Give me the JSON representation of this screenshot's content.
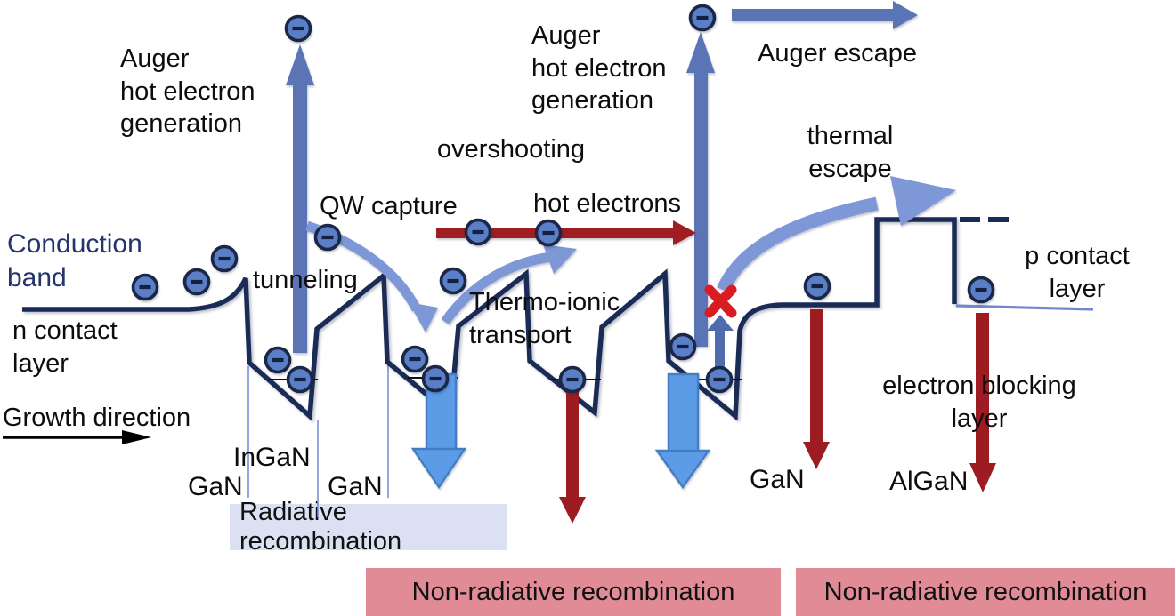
{
  "diagram": {
    "title_context": "LED conduction band carrier process diagram",
    "labels": {
      "auger_generation_left": "Auger\nhot electron\ngeneration",
      "conduction_band": "Conduction\nband",
      "n_contact_layer": "n contact\nlayer",
      "growth_direction": "Growth direction",
      "tunneling": "tunneling",
      "qw_capture": "QW capture",
      "overshooting": "overshooting",
      "auger_generation_right": "Auger\nhot electron\ngeneration",
      "hot_electrons": "hot electrons",
      "auger_escape": "Auger escape",
      "thermal_escape": "thermal\nescape",
      "thermo_ionic_transport": "Thermo-ionic\ntransport",
      "p_contact_layer": "p contact\nlayer",
      "electron_blocking_layer": "electron blocking\nlayer",
      "ingan": "InGaN",
      "gan_left": "GaN",
      "gan_mid": "GaN",
      "gan_right": "GaN",
      "algan": "AlGaN"
    },
    "boxes": {
      "radiative": "Radiative recombination",
      "non_radiative_left": "Non-radiative recombination",
      "non_radiative_right": "Non-radiative recombination"
    },
    "icons": {
      "electron_icon": "−",
      "blocked-cross-icon": "✗"
    },
    "colors": {
      "band_navy": "#1a2b55",
      "text_navy": "#24356b",
      "electron_fill": "#5b7fc7",
      "electron_border": "#1b2746",
      "arrow_slate_blue": "#5a74b6",
      "arrow_periwinkle": "#7e97d7",
      "arrow_light_blue": "#5c9ce6",
      "arrow_maroon": "#9c1c21",
      "cross_red": "#d91c22",
      "radiative_box_bg": "#dbe1f2",
      "non_radiative_box_bg": "#e08b96",
      "p_contact_line": "#7589ca"
    },
    "electron_count": 18
  }
}
